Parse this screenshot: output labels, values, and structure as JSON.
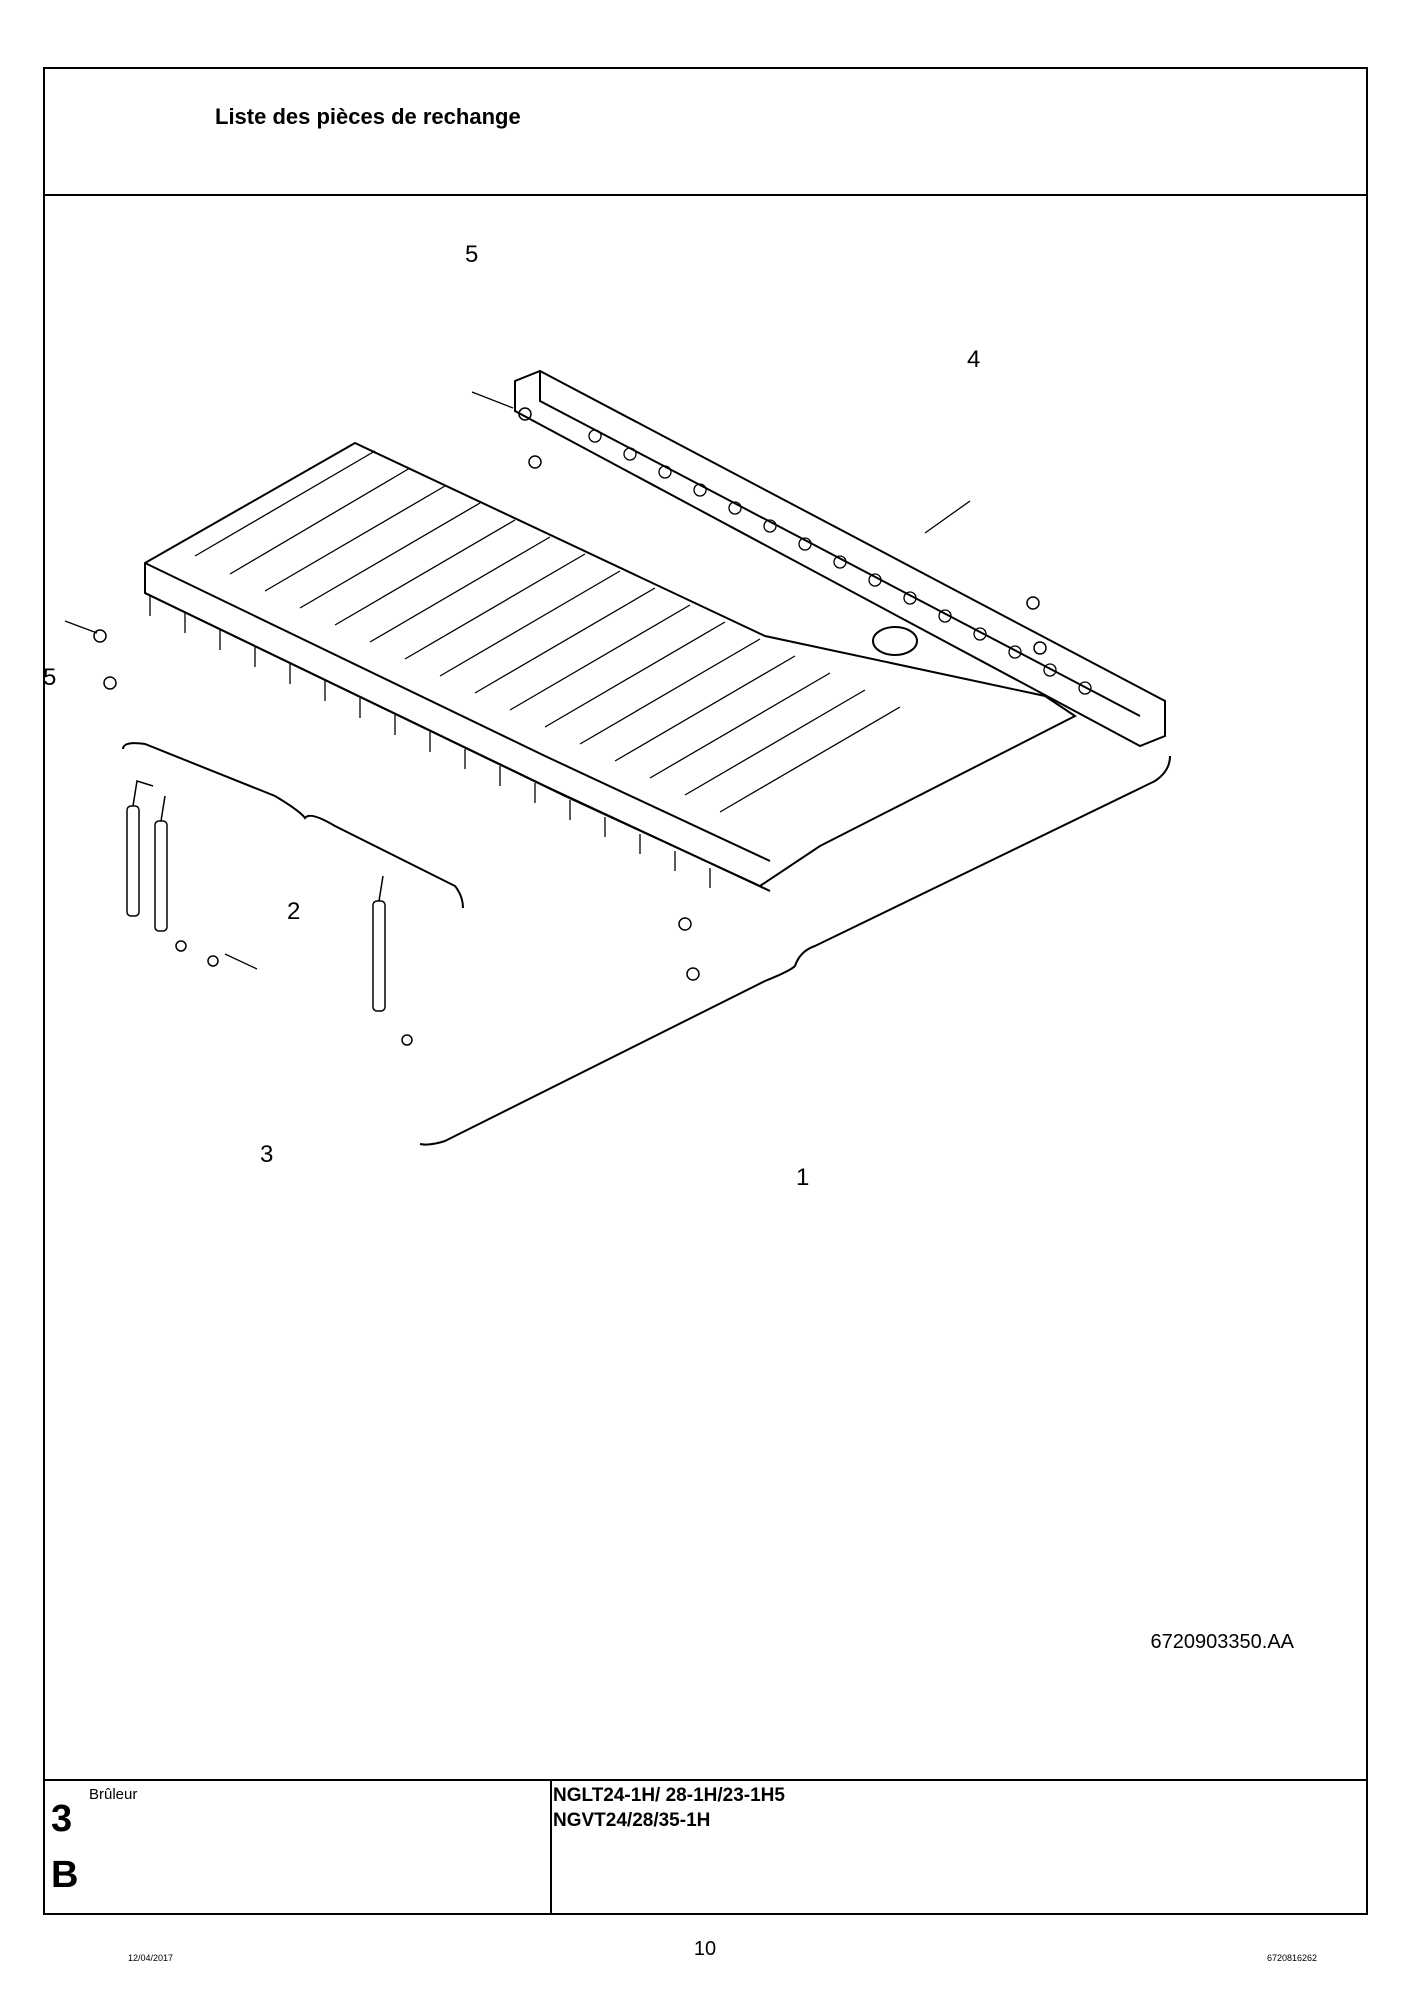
{
  "header": {
    "title": "Liste des pièces de rechange"
  },
  "drawing": {
    "callouts": [
      "5",
      "4",
      "5",
      "2",
      "3",
      "1"
    ],
    "reference_code": "6720903350.AA"
  },
  "title_block": {
    "section_label": "Brûleur",
    "section_number": "3",
    "section_letter": "B",
    "models": [
      "NGLT24-1H/ 28-1H/23-1H5",
      "NGVT24/28/35-1H"
    ]
  },
  "footer": {
    "date": "12/04/2017",
    "page": "10",
    "doc_number": "6720816262"
  }
}
